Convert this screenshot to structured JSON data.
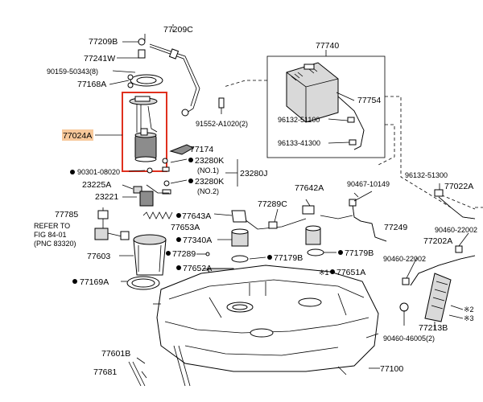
{
  "accent_color": "#e0301e",
  "highlight_color": "#f7c89a",
  "labels": {
    "p77209B": "77209B",
    "p7720C": "77209C",
    "p77241W": "77241W",
    "p90159": "90159-50343(8)",
    "p77168A": "77168A",
    "p77024A": "77024A",
    "p91552": "91552-A1020(2)",
    "p77740": "77740",
    "p77754": "77754",
    "p96132a": "96132-51100",
    "p96133": "96133-41300",
    "p77174": "77174",
    "p90301": "90301-08020",
    "p23280K1": "23280K",
    "p23280K1n": "(NO.1)",
    "p23280J": "23280J",
    "p23280K2": "23280K",
    "p23280K2n": "(NO.2)",
    "p23225A": "23225A",
    "p23221": "23221",
    "p77642A": "77642A",
    "p90467": "90467-10149",
    "p96132b": "96132-51300",
    "p77022A": "77022A",
    "p77289C": "77289C",
    "p77785": "77785",
    "p77643A": "77643A",
    "p77249": "77249",
    "p77202A": "77202A",
    "p90460a": "90460-22002",
    "refer1": "REFER TO",
    "refer2": "FIG 84-01",
    "refer3": "(PNC 83320)",
    "p77653A": "77653A",
    "p77340A": "77340A",
    "p77603": "77603",
    "p77289": "77289",
    "p77179Ba": "77179B",
    "p77179Bb": "77179B",
    "p90460b": "90460-22002",
    "p77652A": "77652A",
    "p77651A": "77651A",
    "x1": "※1",
    "p77169A": "77169A",
    "x2": "※2",
    "x3": "※3",
    "p77213B": "77213B",
    "p90460c": "90460-46005(2)",
    "p77601B": "77601B",
    "p77681": "77681",
    "p77100": "77100"
  }
}
